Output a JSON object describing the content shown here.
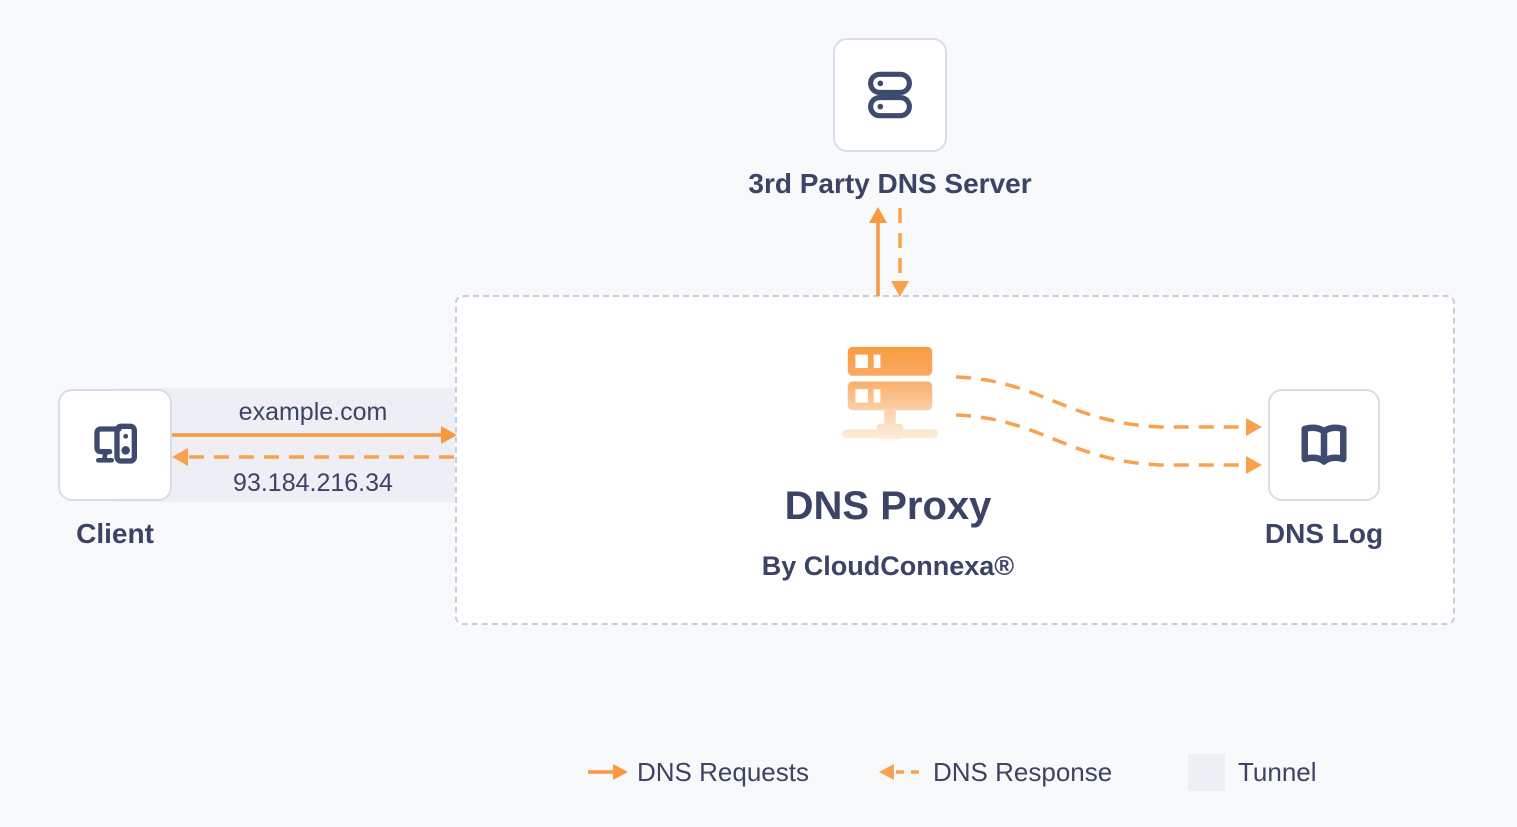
{
  "colors": {
    "background": "#f8f9fb",
    "surface": "#ffffff",
    "navy": "#3b4465",
    "orange": "#f9a14d",
    "orange_deep": "#f6993f",
    "tunnel": "#edeff5",
    "node_border": "#d8dee9",
    "tunnel_border": "#c6cdda"
  },
  "nodes": {
    "dns_server": {
      "label": "3rd Party DNS Server",
      "icon": "server-icon"
    },
    "client": {
      "label": "Client",
      "icon": "workstation-icon"
    },
    "proxy": {
      "title": "DNS Proxy",
      "subtitle": "By CloudConnexa®",
      "icon": "server-stack-icon"
    },
    "dns_log": {
      "label": "DNS Log",
      "icon": "open-book-icon"
    }
  },
  "edges": {
    "request_label": "example.com",
    "response_label": "93.184.216.34"
  },
  "legend": {
    "items": [
      {
        "label": "DNS Requests",
        "symbol": "solid-arrow-right"
      },
      {
        "label": "DNS Response",
        "symbol": "dashed-arrow-left"
      },
      {
        "label": "Tunnel",
        "symbol": "gray-square"
      }
    ]
  }
}
